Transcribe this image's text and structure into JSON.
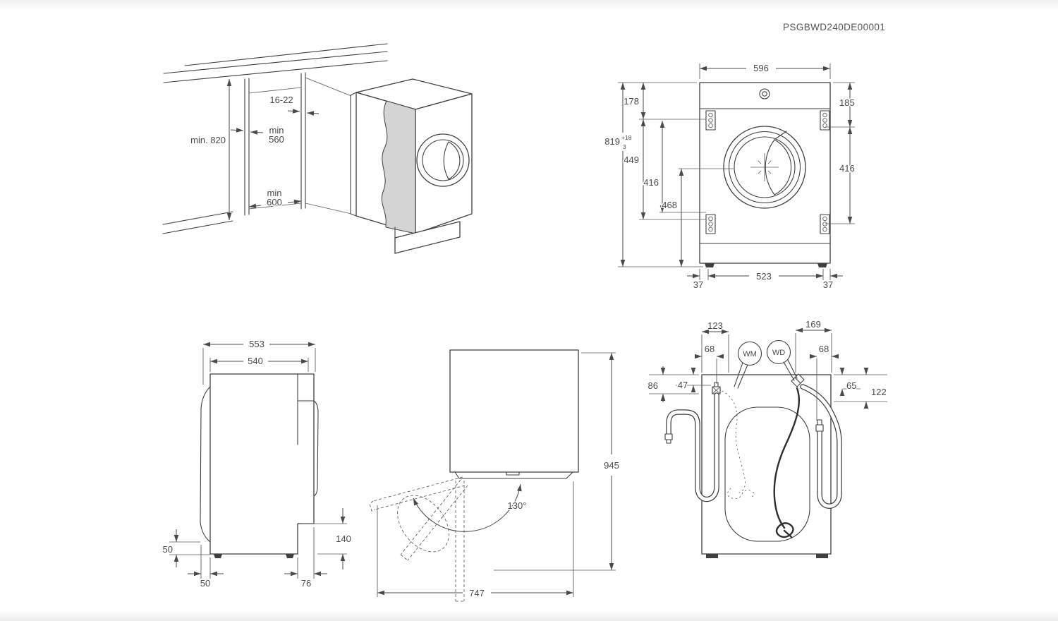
{
  "header": {
    "doc_code": "PSGBWD240DE00001"
  },
  "niche_view": {
    "worktop_thickness": "16-22",
    "niche_height": "min. 820",
    "niche_depth_l1": "min",
    "niche_depth_l2": "560",
    "niche_width_l1": "min",
    "niche_width_l2": "600"
  },
  "front_view": {
    "width": "596",
    "height": "819",
    "height_tol_upper": "+18",
    "height_tol_lower": "3",
    "top_to_bracket_left": "178",
    "bracket_span_outer": "449",
    "bracket_span_inner": "416",
    "center_to_floor": "468",
    "top_to_bracket_right": "185",
    "bracket_span_right": "416",
    "foot_inset_left": "37",
    "foot_spacing": "523",
    "foot_inset_right": "37"
  },
  "side_view": {
    "depth_total": "553",
    "depth_body": "540",
    "door_gap_bottom": "50",
    "foot_inset_front": "50",
    "recess_depth": "76",
    "recess_height": "140"
  },
  "door_view": {
    "opening_angle": "130°",
    "height_door_open": "945",
    "depth_door_open": "747"
  },
  "rear_view": {
    "wm_tag": "WM",
    "wd_tag": "WD",
    "wm_offset": "123",
    "wm_port_offset": "68",
    "wd_offset": "169",
    "wd_port_offset": "68",
    "left_port_drop_outer": "86",
    "left_port_drop_inner": "47",
    "right_port_drop_inner": "65",
    "right_port_drop_outer": "122"
  }
}
